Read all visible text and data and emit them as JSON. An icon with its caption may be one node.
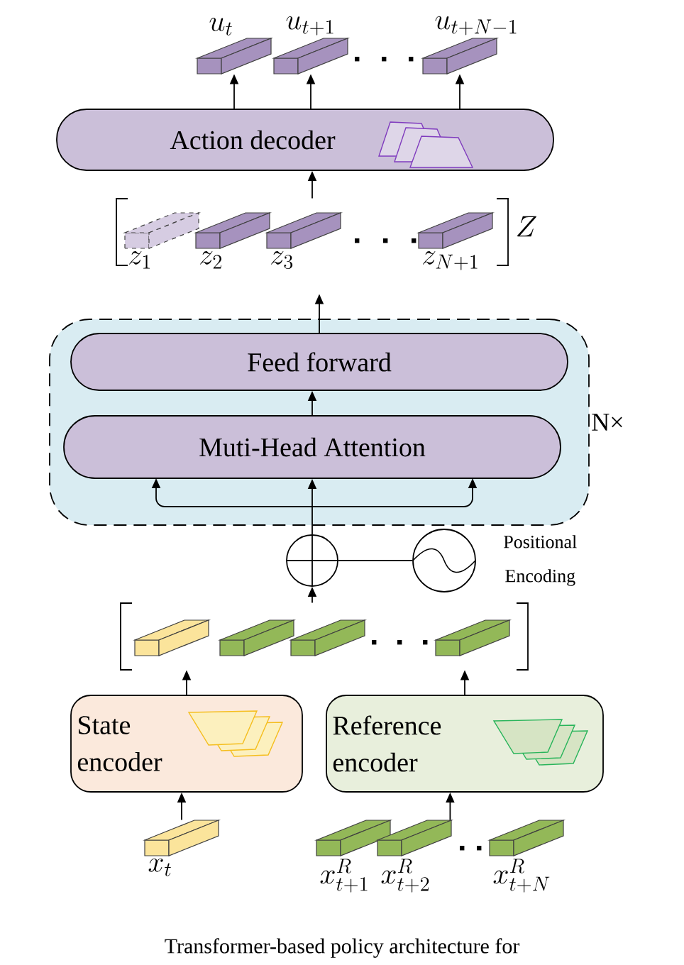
{
  "diagram": {
    "caption": "Transformer-based policy architecture for",
    "nodes": [
      {
        "text": [
          "u_t"
        ]
      },
      {
        "text": [
          "u_{t+1}"
        ]
      },
      {
        "text": [
          "u_{t+N-1}"
        ]
      },
      {
        "text": [
          "Action decoder"
        ]
      },
      {
        "text": [
          "Z"
        ]
      },
      {
        "text": [
          "z_1"
        ],
        "in": 4
      },
      {
        "text": [
          "z_2"
        ],
        "in": 4
      },
      {
        "text": [
          "z_3"
        ],
        "in": 4
      },
      {
        "text": [
          "z_{N+1}"
        ],
        "in": 4
      },
      {
        "text": [],
        "shape": "box",
        "beside": [
          "N×"
        ]
      },
      {
        "text": [
          "Feed forward"
        ],
        "in": 9
      },
      {
        "text": [
          "Muti-Head Attention"
        ],
        "in": 9
      },
      {
        "text": [],
        "shape": "circle"
      },
      {
        "text": [],
        "shape": "circle",
        "beside": [
          "Positional Encoding"
        ]
      },
      {
        "text": [],
        "shape": "bracket"
      },
      {
        "text": [],
        "shape": "bar",
        "in": 14
      },
      {
        "text": [],
        "shape": "bar",
        "in": 14
      },
      {
        "text": [],
        "shape": "bar",
        "in": 14
      },
      {
        "text": [],
        "shape": "bar",
        "in": 14
      },
      {
        "text": [
          "State encoder"
        ]
      },
      {
        "text": [
          "Reference encoder"
        ]
      },
      {
        "text": [
          "x_t"
        ]
      },
      {
        "text": [
          "x_{t+1}^R"
        ]
      },
      {
        "text": [
          "x_{t+2}^R"
        ]
      },
      {
        "text": [
          "x_{t+N}^R"
        ]
      }
    ],
    "edges": [
      {
        "from": 3,
        "to": 0,
        "arrow": "to"
      },
      {
        "from": 3,
        "to": 1,
        "arrow": "to"
      },
      {
        "from": 3,
        "to": 2,
        "arrow": "to"
      },
      {
        "from": 4,
        "to": 3,
        "arrow": "to"
      },
      {
        "from": 10,
        "to": 4,
        "arrow": "to"
      },
      {
        "from": 11,
        "to": 10,
        "arrow": "to"
      },
      {
        "from": 12,
        "to": 11,
        "arrow": "to"
      },
      {
        "from": 13,
        "to": 12,
        "arrow": "none"
      },
      {
        "from": 14,
        "to": 12,
        "arrow": "to"
      },
      {
        "from": 19,
        "to": 14,
        "arrow": "to"
      },
      {
        "from": 20,
        "to": 14,
        "arrow": "to"
      },
      {
        "from": 21,
        "to": 19,
        "arrow": "to"
      },
      {
        "from": 23,
        "to": 20,
        "arrow": "to"
      }
    ]
  }
}
